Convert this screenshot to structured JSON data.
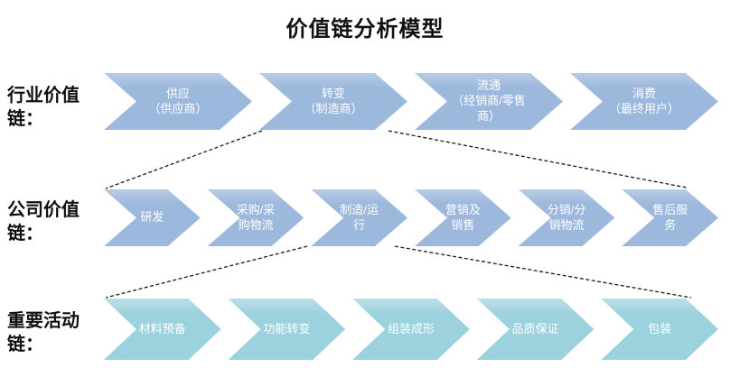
{
  "title": "价值链分析模型",
  "colors": {
    "chain_blue": "#9cb8dc",
    "chain_teal": "#9bd2de",
    "text_on_shape": "#ffffff",
    "connector": "#1a1a1a"
  },
  "rows": [
    {
      "label": "行业价值链：",
      "items": [
        "供应\n（供应商）",
        "转变\n（制造商）",
        "流通\n（经销商/零售\n商）",
        "消费\n（最终用户）"
      ]
    },
    {
      "label": "公司价值链：",
      "items": [
        "研发",
        "采购/采\n购物流",
        "制造/运\n行",
        "营销及\n销售",
        "分销/分\n销物流",
        "售后服\n务"
      ]
    },
    {
      "label": "重要活动链：",
      "items": [
        "材料预备",
        "功能转变",
        "组装成形",
        "品质保证",
        "包装"
      ]
    }
  ]
}
